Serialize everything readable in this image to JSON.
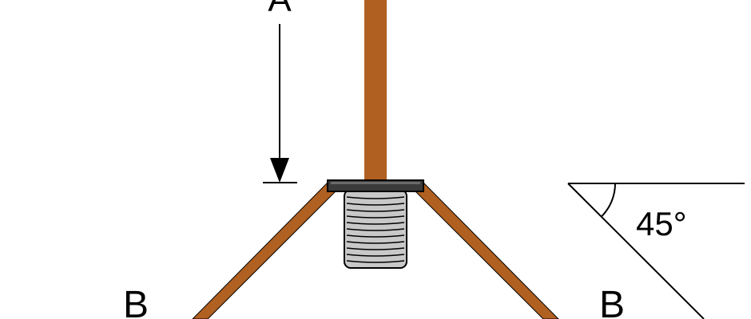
{
  "labels": {
    "dimension": "A",
    "radial_left": "B",
    "radial_right": "B",
    "angle": "45°"
  },
  "colors": {
    "element": "#b06020",
    "insulator_cap": "#3a3a3a",
    "connector_body": "#c8c8c8",
    "stroke": "#000000",
    "background": "#ffffff"
  },
  "angle_degrees": 45
}
